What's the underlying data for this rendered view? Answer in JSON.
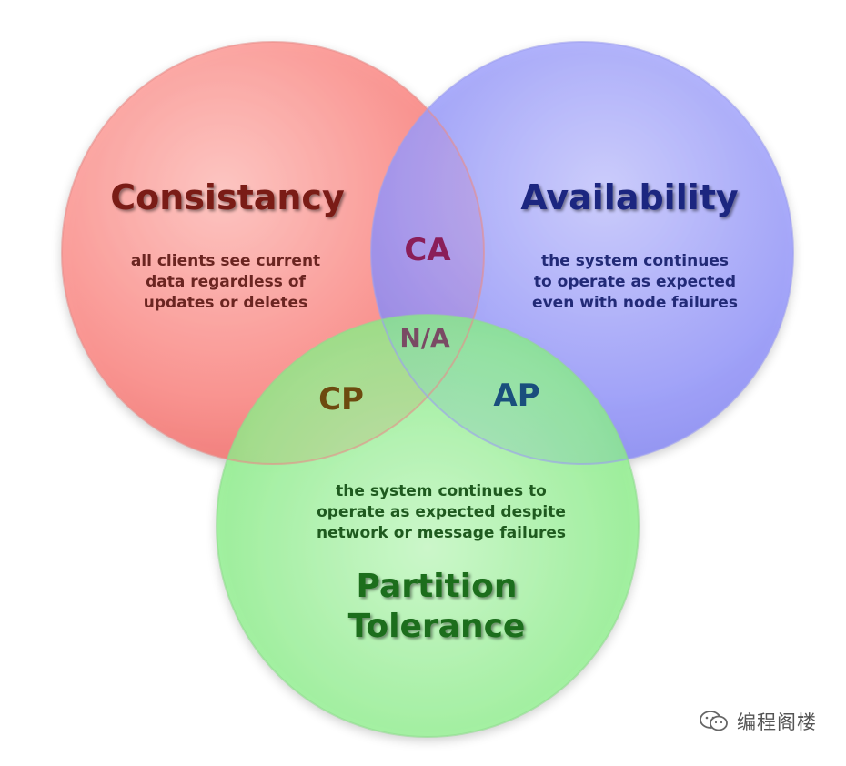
{
  "consistency": {
    "title": "Consistancy",
    "description": [
      "all clients see current",
      "data regardless of",
      "updates or deletes"
    ],
    "fill_color": "#f77b78",
    "title_color": "#7a1a14",
    "text_color": "#6b2521"
  },
  "availability": {
    "title": "Availability",
    "description": [
      "the system continues",
      "to operate as expected",
      "even with node failures"
    ],
    "fill_color": "#8a8cf5",
    "title_color": "#1c2680",
    "text_color": "#222a77"
  },
  "partition_tolerance": {
    "title_lines": [
      "Partition",
      "Tolerance"
    ],
    "description": [
      "the system continues to",
      "operate as expected despite",
      "network or message failures"
    ],
    "fill_color": "#7ee87e",
    "title_color": "#1b6e1b",
    "text_color": "#1f5a1f"
  },
  "intersections": {
    "ca": {
      "label": "CA",
      "color": "#8a1e59"
    },
    "cp": {
      "label": "CP",
      "color": "#6d4a0f"
    },
    "ap": {
      "label": "AP",
      "color": "#1a4f7d"
    },
    "center": {
      "label": "N/A",
      "color": "#7a4a64"
    }
  },
  "watermark": {
    "text": "编程阁楼",
    "icon": "wechat-icon"
  }
}
